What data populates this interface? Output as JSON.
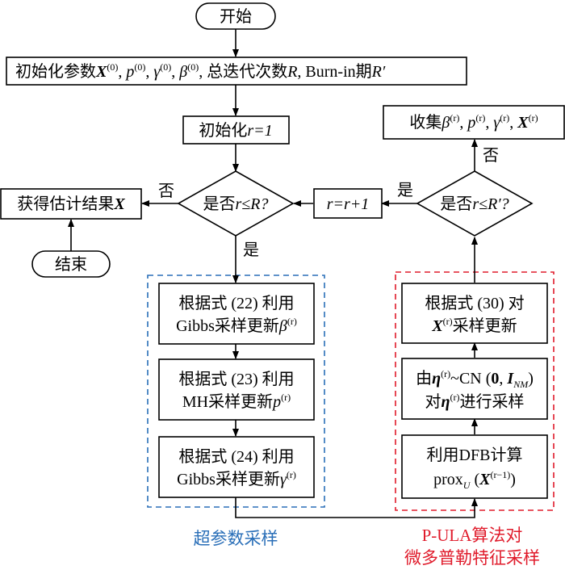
{
  "start": "开始",
  "init_params": {
    "prefix": "初始化参数",
    "sep": ", ",
    "total_iter": "总迭代次数",
    "burn_in": "Burn-in期",
    "sym_R": "R",
    "sym_Rp": "R′"
  },
  "init_r": {
    "prefix": "初始化",
    "expr": "r=1"
  },
  "decision_main": {
    "prefix": "是否",
    "expr": "r≤R?"
  },
  "decision_burn": {
    "prefix": "是否",
    "expr": "r≤R′?"
  },
  "increment": "r=r+1",
  "get_result": {
    "prefix": "获得估计结果",
    "sym": "X"
  },
  "end": "结束",
  "collect": {
    "prefix": "收集"
  },
  "labels": {
    "no": "否",
    "yes": "是"
  },
  "symbols": {
    "X": "X",
    "p": "p",
    "gamma": "γ",
    "beta": "β",
    "eta": "η",
    "sup0": "(0)",
    "supr": "(r)",
    "supr1": "(r−1)"
  },
  "steps_left": [
    {
      "line1": "根据式 (22) 利用",
      "line2_prefix": "Gibbs采样更新",
      "sym": "β"
    },
    {
      "line1": "根据式 (23) 利用",
      "line2_prefix": "MH采样更新",
      "sym": "p"
    },
    {
      "line1": "根据式 (24) 利用",
      "line2_prefix": "Gibbs采样更新",
      "sym": "γ"
    }
  ],
  "steps_right": {
    "s30": {
      "line1": "根据式 (30) 对",
      "line2_suffix": "采样更新"
    },
    "sample_eta": {
      "l1_prefix": "由",
      "l1_mid": "~CN (",
      "zero": "0",
      "comma": ", ",
      "I": "I",
      "I_sub": "NM",
      "close": ")",
      "l2_prefix": "对",
      "l2_suffix": "进行采样"
    },
    "dfb": {
      "line1": "利用DFB计算",
      "prox": "prox",
      "prox_sub": "U"
    }
  },
  "captions": {
    "left": "超参数采样",
    "right_l1": "P-ULA算法对",
    "right_l2": "微多普勒特征采样"
  },
  "colors": {
    "blue": "#2a6fb8",
    "red": "#e01b2b",
    "stroke": "#000000"
  }
}
